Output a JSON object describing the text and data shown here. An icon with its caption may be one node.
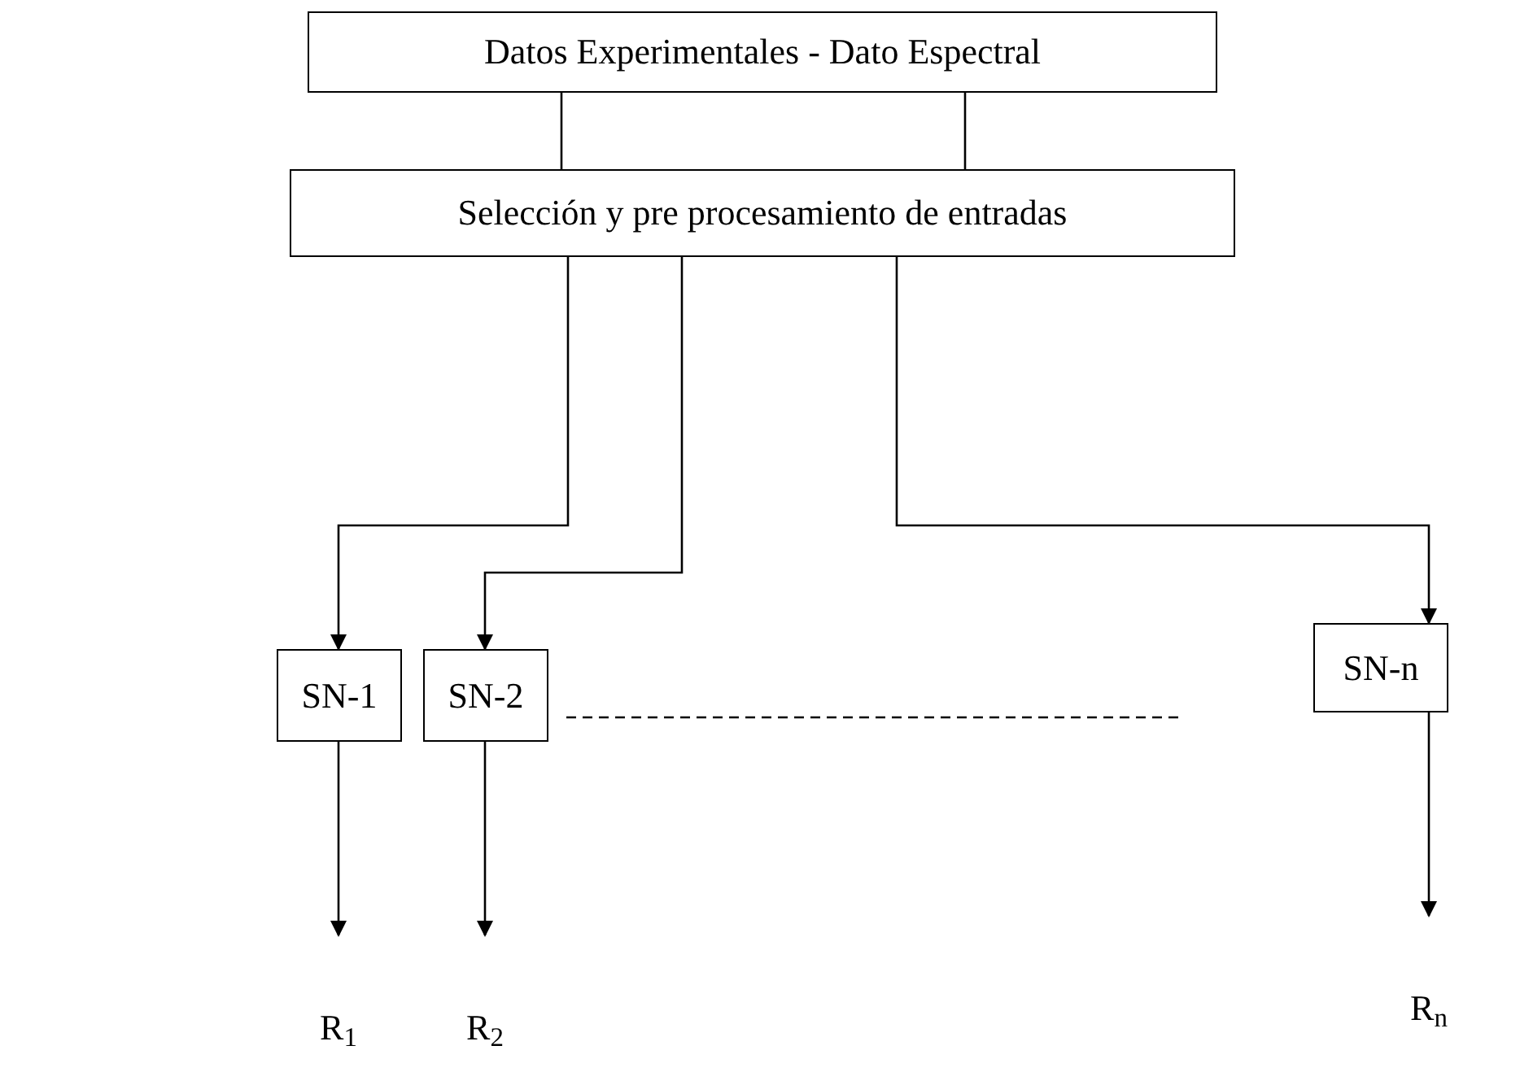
{
  "diagram": {
    "nodes": [
      {
        "text": [
          "Datos Experimentales - Dato Espectral"
        ]
      },
      {
        "text": [
          "Selección y pre procesamiento de entradas"
        ]
      },
      {
        "text": [
          "SN-1"
        ]
      },
      {
        "text": [
          "SN-2"
        ]
      },
      {
        "text": [
          "SN-n"
        ]
      },
      {
        "text": [
          "R$_{1}$"
        ]
      },
      {
        "text": [
          "R$_{2}$"
        ]
      },
      {
        "text": [
          "R$_{n}$"
        ]
      }
    ],
    "edges": [
      {
        "from": 0,
        "to": 1,
        "arrow": "none"
      },
      {
        "from": 0,
        "to": 1,
        "arrow": "none"
      },
      {
        "from": 1,
        "to": 2,
        "arrow": "to"
      },
      {
        "from": 1,
        "to": 3,
        "arrow": "to"
      },
      {
        "from": 1,
        "to": 4,
        "arrow": "to"
      },
      {
        "from": 2,
        "to": 5,
        "arrow": "to"
      },
      {
        "from": 3,
        "to": 6,
        "arrow": "to"
      },
      {
        "from": 4,
        "to": 7,
        "arrow": "to"
      }
    ]
  }
}
